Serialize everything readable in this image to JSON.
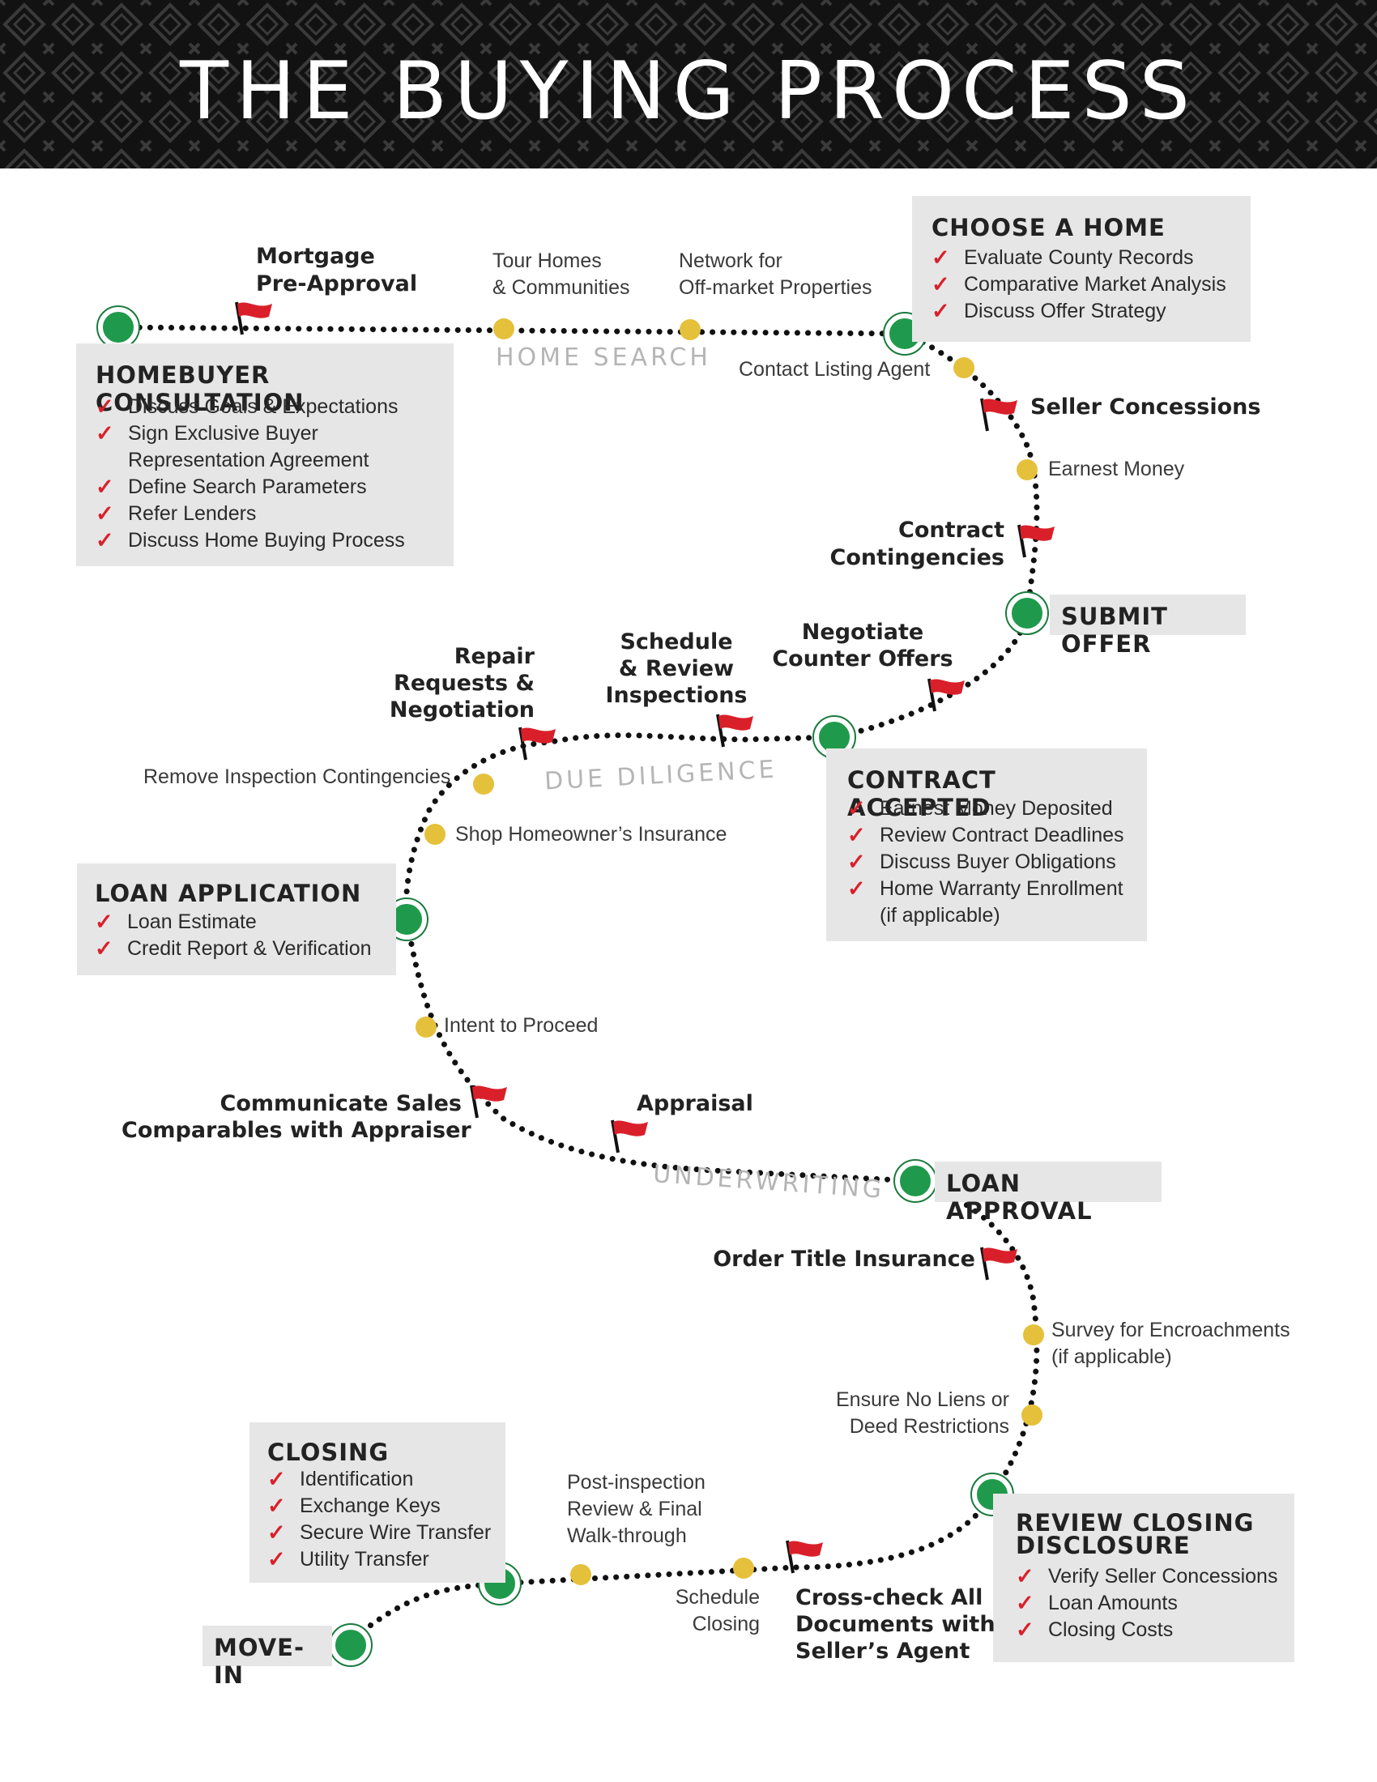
{
  "title": "THE BUYING PROCESS",
  "colors": {
    "header_bg": "#121212",
    "box_bg": "#e6e6e6",
    "milestone": "#1f9a4c",
    "waypoint": "#e5c03a",
    "flag": "#d9202a",
    "check": "#d9202a",
    "phase_text": "#b5b5b5"
  },
  "boxes": {
    "homebuyer_consultation": {
      "title": "HOMEBUYER CONSULTATION",
      "items": [
        "Discuss Goals & Expectations",
        "Sign Exclusive Buyer",
        "Representation Agreement",
        "Define Search Parameters",
        "Refer Lenders",
        "Discuss Home Buying Process"
      ]
    },
    "choose_home": {
      "title": "CHOOSE A HOME",
      "items": [
        "Evaluate County Records",
        "Comparative Market Analysis",
        "Discuss Offer Strategy"
      ]
    },
    "submit_offer": {
      "title": "SUBMIT OFFER"
    },
    "contract_accepted": {
      "title": "CONTRACT ACCEPTED",
      "items": [
        "Earnest Money Deposited",
        "Review Contract Deadlines",
        "Discuss Buyer Obligations",
        "Home Warranty Enrollment",
        "(if applicable)"
      ]
    },
    "loan_application": {
      "title": "LOAN APPLICATION",
      "items": [
        "Loan Estimate",
        "Credit Report & Verification"
      ]
    },
    "loan_approval": {
      "title": "LOAN APPROVAL"
    },
    "review_closing": {
      "title_1": "REVIEW CLOSING",
      "title_2": "DISCLOSURE",
      "items": [
        "Verify Seller Concessions",
        "Loan Amounts",
        "Closing Costs"
      ]
    },
    "closing": {
      "title": "CLOSING",
      "items": [
        "Identification",
        "Exchange Keys",
        "Secure Wire Transfer",
        "Utility Transfer"
      ]
    },
    "move_in": {
      "title": "MOVE-IN"
    }
  },
  "phases": {
    "home_search": "HOME SEARCH",
    "due_diligence": "DUE DILIGENCE",
    "underwriting": "UNDERWRITING"
  },
  "flags": {
    "mortgage_1": "Mortgage",
    "mortgage_2": "Pre-Approval",
    "seller_concessions": "Seller Concessions",
    "contract_cont_1": "Contract",
    "contract_cont_2": "Contingencies",
    "negotiate_1": "Negotiate",
    "negotiate_2": "Counter Offers",
    "schedule_1": "Schedule",
    "schedule_2": "& Review",
    "schedule_3": "Inspections",
    "repair_1": "Repair",
    "repair_2": "Requests &",
    "repair_3": "Negotiation",
    "comm_sales_1": "Communicate Sales",
    "comm_sales_2": "Comparables with Appraiser",
    "appraisal": "Appraisal",
    "order_title": "Order Title Insurance",
    "crosscheck_1": "Cross-check All",
    "crosscheck_2": "Documents with",
    "crosscheck_3": "Seller’s Agent"
  },
  "waypoints": {
    "tour_1": "Tour Homes",
    "tour_2": "& Communities",
    "network_1": "Network for",
    "network_2": "Off-market Properties",
    "contact_agent": "Contact Listing Agent",
    "earnest_money": "Earnest Money",
    "remove_inspection": "Remove Inspection Contingencies",
    "shop_insurance": "Shop Homeowner’s Insurance",
    "intent": "Intent to Proceed",
    "survey_1": "Survey for Encroachments",
    "survey_2": "(if applicable)",
    "liens_1": "Ensure No Liens or",
    "liens_2": "Deed Restrictions",
    "post_insp_1": "Post-inspection",
    "post_insp_2": "Review & Final",
    "post_insp_3": "Walk-through",
    "sched_closing_1": "Schedule",
    "sched_closing_2": "Closing"
  }
}
